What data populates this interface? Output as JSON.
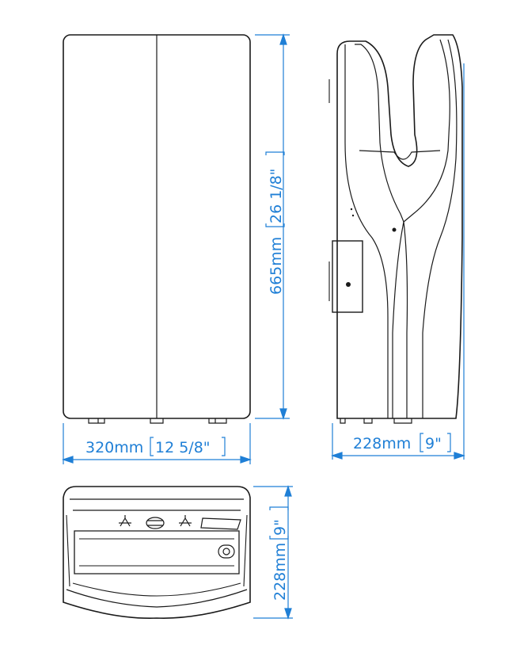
{
  "colors": {
    "outline": "#1a1a1a",
    "dimension": "#1f7fd6",
    "background": "#ffffff"
  },
  "views": {
    "front": {
      "width_dimension": {
        "metric": "320mm",
        "imperial": "12 5/8\""
      },
      "height_dimension": {
        "metric": "665mm",
        "imperial": "26 1/8\""
      }
    },
    "side": {
      "depth_dimension": {
        "metric": "228mm",
        "imperial": "9\""
      }
    },
    "top": {
      "depth_dimension": {
        "metric": "228mm",
        "imperial": "9\""
      }
    }
  }
}
